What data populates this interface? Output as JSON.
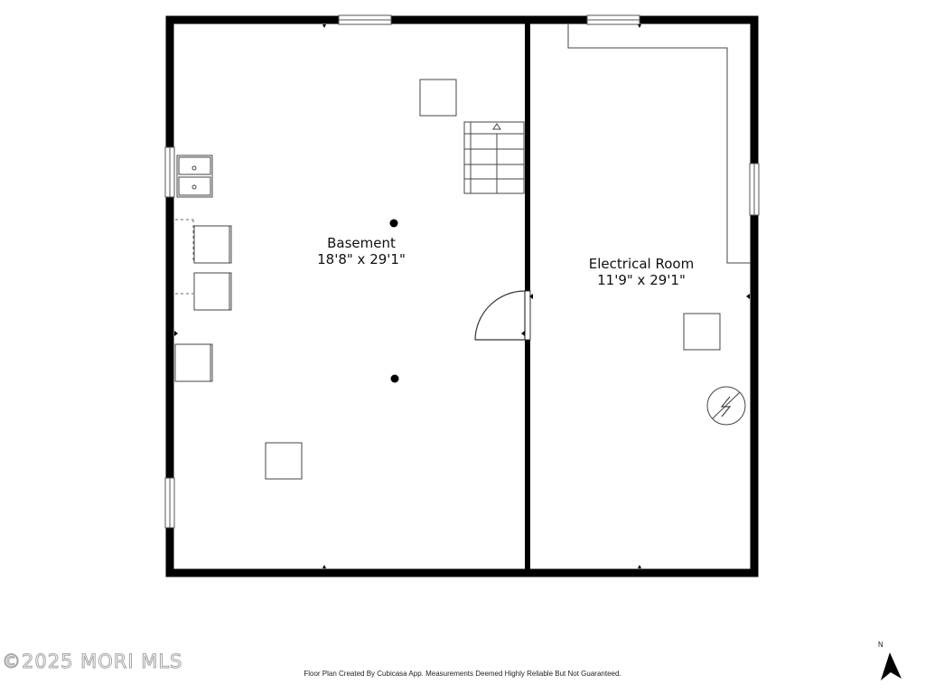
{
  "rooms": {
    "basement": {
      "name": "Basement",
      "dimensions": "18'8\" x 29'1\""
    },
    "electrical": {
      "name": "Electrical Room",
      "dimensions": "11'9\" x 29'1\""
    }
  },
  "compass": {
    "label": "N",
    "icon": "north-arrow-icon"
  },
  "watermark": "©2025 MORI MLS",
  "disclaimer": "Floor Plan Created By Cubicasa App. Measurements Deemed Highly Reliable But Not Guaranteed.",
  "colors": {
    "wall": "#000000",
    "line": "#333333",
    "background": "#ffffff"
  }
}
